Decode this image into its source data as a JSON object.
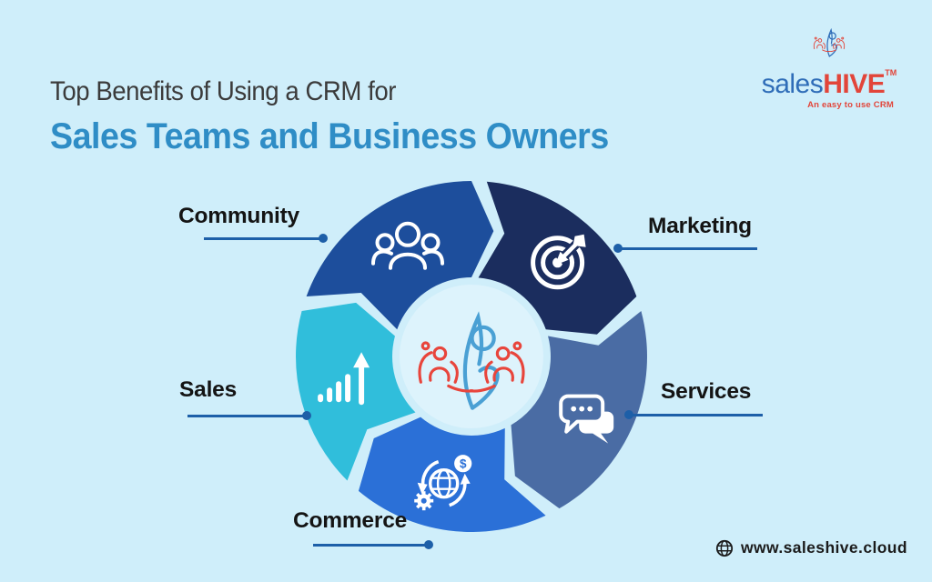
{
  "colors": {
    "background": "#cfeefa",
    "center_circle": "#ddf3fc",
    "connector": "#1d5fa8",
    "title_line1": "#3b3b3b",
    "title_line2": "#2f8dc6",
    "logo_blue": "#2f6db8",
    "logo_red": "#e2453a",
    "mark_blue": "#4aa0d4",
    "mark_red": "#e8453c",
    "label_text": "#141414",
    "footer_text": "#1b1b1b"
  },
  "title": {
    "line1": "Top Benefits of Using a CRM for",
    "line2": "Sales Teams and Business Owners"
  },
  "logo": {
    "sales": "sales",
    "hive": "HIVE",
    "tm": "TM",
    "tagline": "An easy to use CRM"
  },
  "diagram": {
    "center_icon": "saleshive-mark",
    "segments": [
      {
        "id": "community",
        "label": "Community",
        "color": "#1d4e9c",
        "icon": "people-icon"
      },
      {
        "id": "marketing",
        "label": "Marketing",
        "color": "#1b2d5e",
        "icon": "target-icon"
      },
      {
        "id": "services",
        "label": "Services",
        "color": "#4a6ca4",
        "icon": "chat-icon"
      },
      {
        "id": "commerce",
        "label": "Commerce",
        "color": "#2b70d7",
        "icon": "commerce-icon"
      },
      {
        "id": "sales",
        "label": "Sales",
        "color": "#30bedb",
        "icon": "bar-chart-icon"
      }
    ]
  },
  "footer": {
    "url": "www.saleshive.cloud"
  }
}
